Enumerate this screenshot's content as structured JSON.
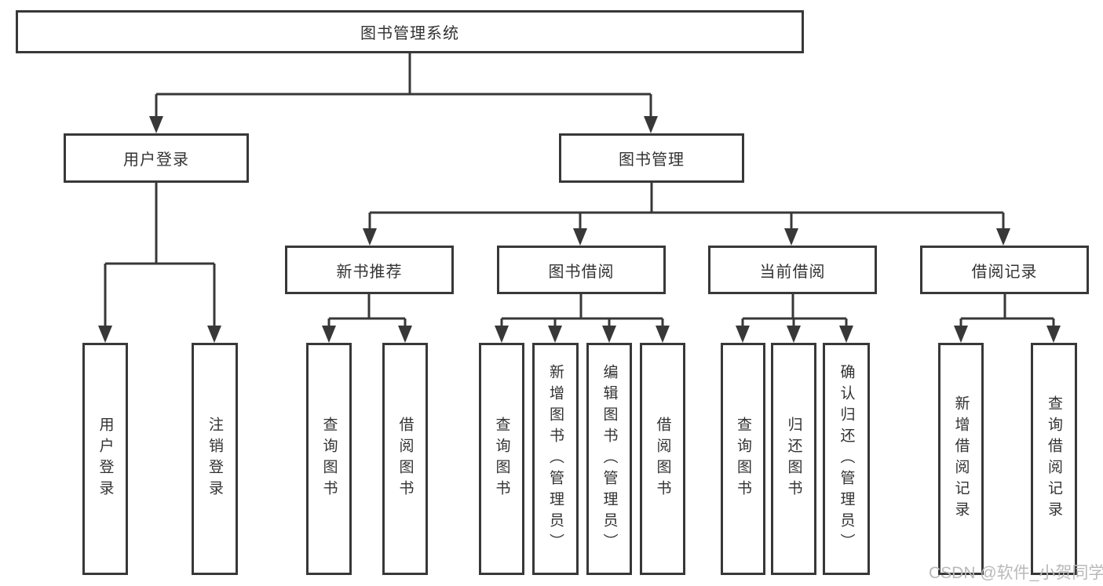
{
  "diagram": {
    "root": {
      "label": "图书管理系统"
    },
    "branches": [
      {
        "label": "用户登录",
        "children": [
          {
            "label": "用户登录"
          },
          {
            "label": "注销登录"
          }
        ]
      },
      {
        "label": "图书管理",
        "children": [
          {
            "label": "新书推荐",
            "children": [
              {
                "label": "查询图书"
              },
              {
                "label": "借阅图书"
              }
            ]
          },
          {
            "label": "图书借阅",
            "children": [
              {
                "label": "查询图书"
              },
              {
                "label": "新增图书（管理员）"
              },
              {
                "label": "编辑图书（管理员）"
              },
              {
                "label": "借阅图书"
              }
            ]
          },
          {
            "label": "当前借阅",
            "children": [
              {
                "label": "查询图书"
              },
              {
                "label": "归还图书"
              },
              {
                "label": "确认归还（管理员）"
              }
            ]
          },
          {
            "label": "借阅记录",
            "children": [
              {
                "label": "新增借阅记录"
              },
              {
                "label": "查询借阅记录"
              }
            ]
          }
        ]
      }
    ]
  },
  "watermark": {
    "text": "CSDN @软件_小贺同学"
  },
  "colors": {
    "line": "#383838",
    "box_border": "#383838",
    "text": "#333333",
    "watermark": "#b9b9b9",
    "background": "#ffffff"
  }
}
